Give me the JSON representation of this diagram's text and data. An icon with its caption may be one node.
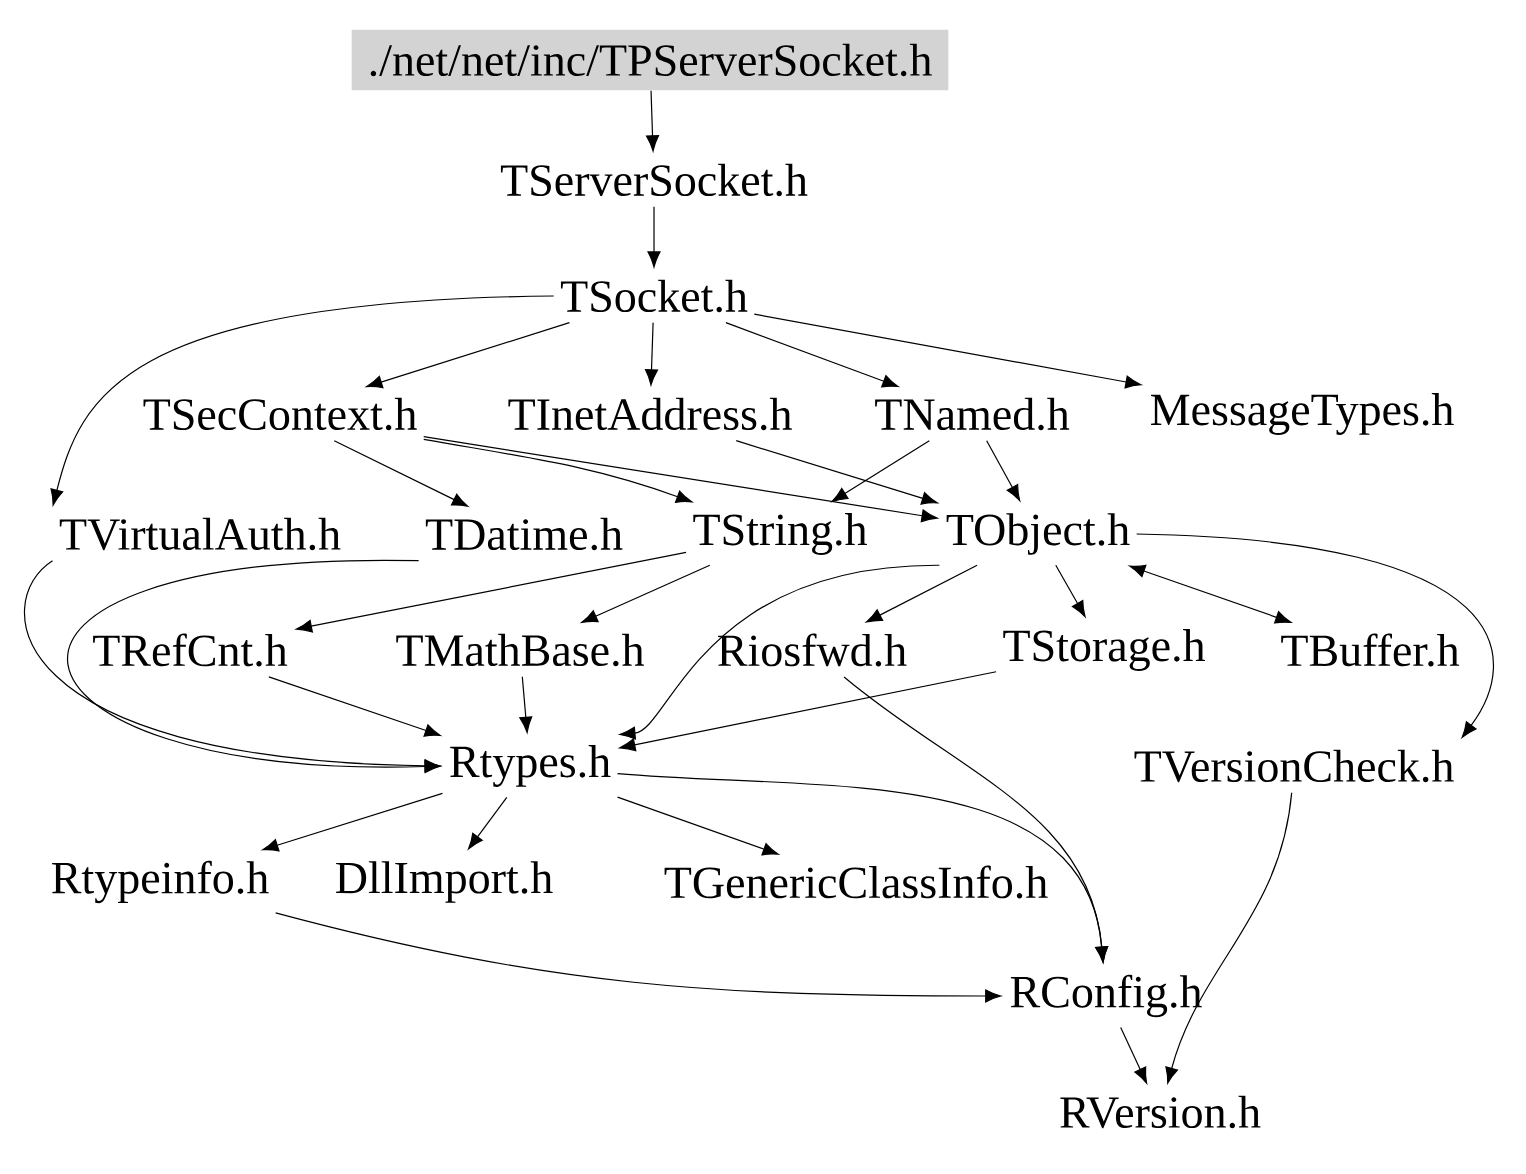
{
  "diagram": {
    "nodes": [
      {
        "text": [
          "./net/net/inc/TPServerSocket.h"
        ]
      },
      {
        "text": [
          "TServerSocket.h"
        ]
      },
      {
        "text": [
          "TSocket.h"
        ]
      },
      {
        "text": [
          "TSecContext.h"
        ]
      },
      {
        "text": [
          "TInetAddress.h"
        ]
      },
      {
        "text": [
          "TNamed.h"
        ]
      },
      {
        "text": [
          "MessageTypes.h"
        ]
      },
      {
        "text": [
          "TVirtualAuth.h"
        ]
      },
      {
        "text": [
          "TDatime.h"
        ]
      },
      {
        "text": [
          "TString.h"
        ]
      },
      {
        "text": [
          "TObject.h"
        ]
      },
      {
        "text": [
          "TRefCnt.h"
        ]
      },
      {
        "text": [
          "TMathBase.h"
        ]
      },
      {
        "text": [
          "Riosfwd.h"
        ]
      },
      {
        "text": [
          "TStorage.h"
        ]
      },
      {
        "text": [
          "TBuffer.h"
        ]
      },
      {
        "text": [
          "Rtypes.h"
        ]
      },
      {
        "text": [
          "TVersionCheck.h"
        ]
      },
      {
        "text": [
          "Rtypeinfo.h"
        ]
      },
      {
        "text": [
          "DllImport.h"
        ]
      },
      {
        "text": [
          "TGenericClassInfo.h"
        ]
      },
      {
        "text": [
          "RConfig.h"
        ]
      },
      {
        "text": [
          "RVersion.h"
        ]
      }
    ],
    "edges": [
      {
        "from": 0,
        "to": 1,
        "arrow": "to"
      },
      {
        "from": 1,
        "to": 2,
        "arrow": "to"
      },
      {
        "from": 2,
        "to": 3,
        "arrow": "to"
      },
      {
        "from": 2,
        "to": 4,
        "arrow": "to"
      },
      {
        "from": 2,
        "to": 5,
        "arrow": "to"
      },
      {
        "from": 2,
        "to": 6,
        "arrow": "to"
      },
      {
        "from": 2,
        "to": 7,
        "arrow": "to"
      },
      {
        "from": 3,
        "to": 8,
        "arrow": "to"
      },
      {
        "from": 3,
        "to": 9,
        "arrow": "to"
      },
      {
        "from": 3,
        "to": 10,
        "arrow": "to"
      },
      {
        "from": 4,
        "to": 10,
        "arrow": "to"
      },
      {
        "from": 5,
        "to": 9,
        "arrow": "to"
      },
      {
        "from": 5,
        "to": 10,
        "arrow": "to"
      },
      {
        "from": 7,
        "to": 16,
        "arrow": "to"
      },
      {
        "from": 8,
        "to": 16,
        "arrow": "to"
      },
      {
        "from": 9,
        "to": 11,
        "arrow": "to"
      },
      {
        "from": 9,
        "to": 12,
        "arrow": "to"
      },
      {
        "from": 10,
        "to": 13,
        "arrow": "to"
      },
      {
        "from": 10,
        "to": 16,
        "arrow": "to"
      },
      {
        "from": 10,
        "to": 14,
        "arrow": "to"
      },
      {
        "from": 10,
        "to": 15,
        "arrow": "both"
      },
      {
        "from": 10,
        "to": 17,
        "arrow": "to"
      },
      {
        "from": 11,
        "to": 16,
        "arrow": "to"
      },
      {
        "from": 12,
        "to": 16,
        "arrow": "to"
      },
      {
        "from": 13,
        "to": 21,
        "arrow": "to"
      },
      {
        "from": 14,
        "to": 16,
        "arrow": "to"
      },
      {
        "from": 16,
        "to": 18,
        "arrow": "to"
      },
      {
        "from": 16,
        "to": 19,
        "arrow": "to"
      },
      {
        "from": 16,
        "to": 20,
        "arrow": "to"
      },
      {
        "from": 16,
        "to": 21,
        "arrow": "to"
      },
      {
        "from": 17,
        "to": 22,
        "arrow": "to"
      },
      {
        "from": 18,
        "to": 21,
        "arrow": "to"
      },
      {
        "from": 21,
        "to": 22,
        "arrow": "to"
      }
    ]
  }
}
